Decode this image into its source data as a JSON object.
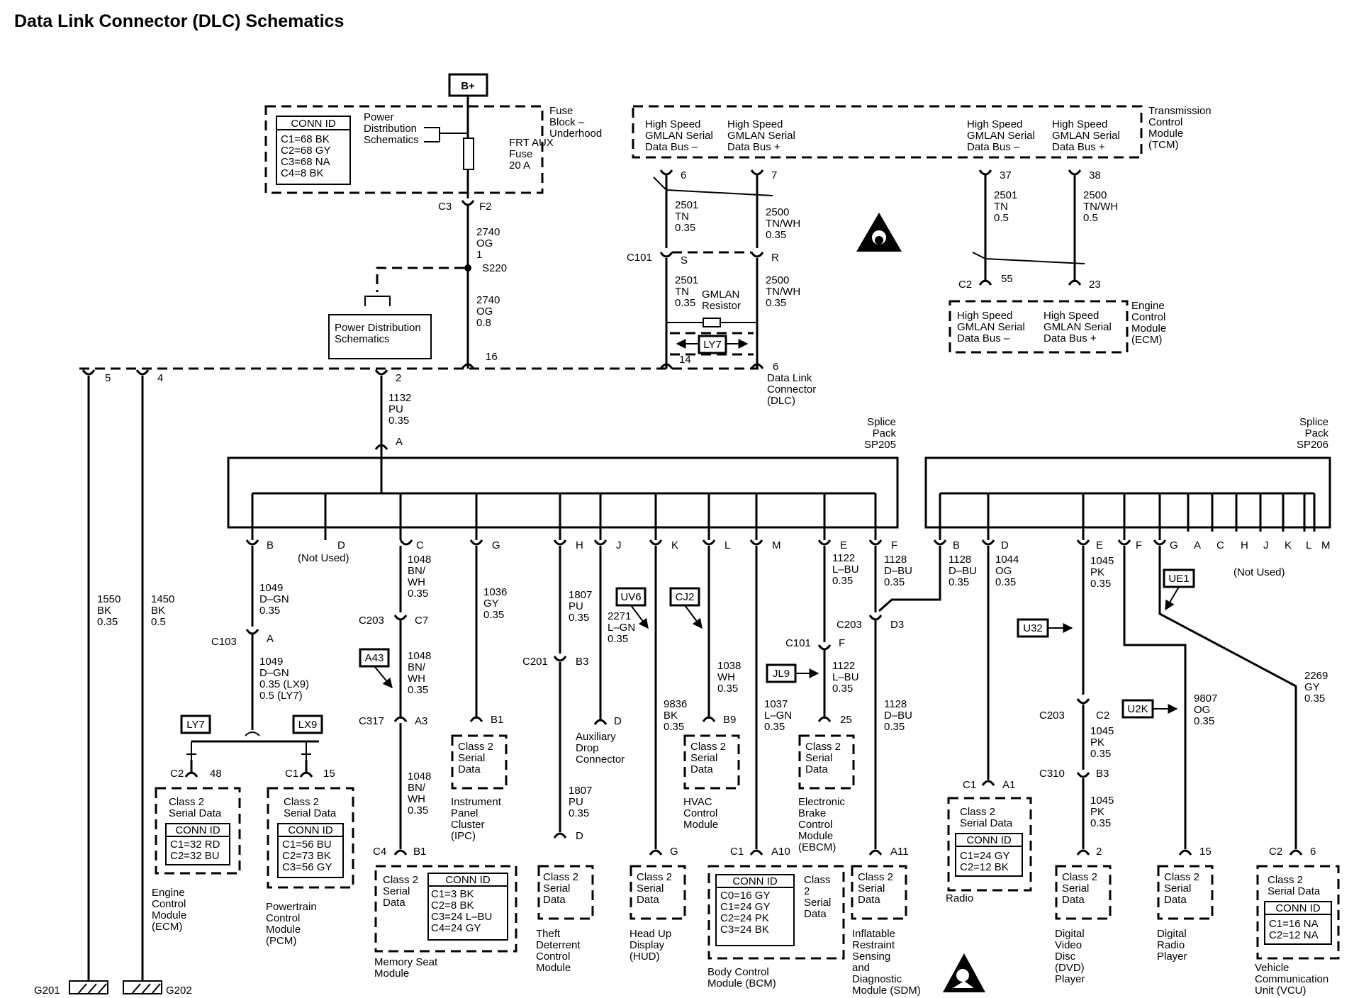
{
  "title": "Data Link Connector (DLC) Schematics",
  "icons": {
    "warning": "warning-triangle-icon",
    "airbag": "airbag-warning-icon",
    "ground": "ground-icon"
  },
  "power": {
    "b_plus": "B+",
    "conn_id_header": "CONN ID",
    "conn_ids": [
      "C1=68 BK",
      "C2=68 GY",
      "C3=68 NA",
      "C4=8 BK"
    ],
    "pds_ref": [
      "Power",
      "Distribution",
      "Schematics"
    ],
    "fuse": [
      "FRT AUX",
      "Fuse",
      "20 A"
    ],
    "fuse_block": [
      "Fuse",
      "Block –",
      "Underhood"
    ],
    "c3": "C3",
    "f2": "F2",
    "wire_2740a": [
      "2740",
      "OG",
      "1"
    ],
    "s220": "S220",
    "wire_2740b": [
      "2740",
      "OG",
      "0.8"
    ],
    "pds_box": [
      "Power Distribution",
      "Schematics"
    ],
    "pin16": "16"
  },
  "tcm": {
    "bus_minus": [
      "High Speed",
      "GMLAN Serial",
      "Data Bus –"
    ],
    "bus_plus": [
      "High Speed",
      "GMLAN Serial",
      "Data Bus +"
    ],
    "pins": [
      "6",
      "7",
      "37",
      "38"
    ],
    "label": [
      "Transmission",
      "Control",
      "Module",
      "(TCM)"
    ]
  },
  "gmlan": {
    "w2501a": [
      "2501",
      "TN",
      "0.35"
    ],
    "w2500a": [
      "2500",
      "TN/WH",
      "0.35"
    ],
    "c101": "C101",
    "s": "S",
    "r": "R",
    "w2501b": [
      "2501",
      "TN",
      "0.35"
    ],
    "w2500b": [
      "2500",
      "TN/WH",
      "0.35"
    ],
    "resistor": [
      "GMLAN",
      "Resistor"
    ],
    "ly7": "LY7",
    "pin14": "14",
    "pin6": "6"
  },
  "ecm_top": {
    "w2501": [
      "2501",
      "TN",
      "0.5"
    ],
    "w2500": [
      "2500",
      "TN/WH",
      "0.5"
    ],
    "c2": "C2",
    "pin55": "55",
    "pin23": "23",
    "bus_minus": [
      "High Speed",
      "GMLAN Serial",
      "Data Bus –"
    ],
    "bus_plus": [
      "High Speed",
      "GMLAN Serial",
      "Data Bus +"
    ],
    "label": [
      "Engine",
      "Control",
      "Module",
      "(ECM)"
    ]
  },
  "dlc": {
    "pin5": "5",
    "pin4": "4",
    "pin2": "2",
    "label": [
      "Data Link",
      "Connector",
      "(DLC)"
    ],
    "w1132": [
      "1132",
      "PU",
      "0.35"
    ],
    "pinA": "A"
  },
  "grounds": {
    "w1550": [
      "1550",
      "BK",
      "0.35"
    ],
    "w1450": [
      "1450",
      "BK",
      "0.5"
    ],
    "g201": "G201",
    "g202": "G202"
  },
  "sp205": {
    "label": [
      "Splice",
      "Pack",
      "SP205"
    ],
    "pins": [
      "B",
      "D",
      "C",
      "G",
      "H",
      "J",
      "K",
      "L",
      "M",
      "E",
      "F"
    ],
    "not_used": "(Not Used)"
  },
  "sp206": {
    "label": [
      "Splice",
      "Pack",
      "SP206"
    ],
    "pins": [
      "B",
      "D",
      "E",
      "F",
      "G",
      "A",
      "C",
      "H",
      "J",
      "K",
      "L",
      "M"
    ],
    "not_used": "(Not Used)"
  },
  "wires": {
    "w1049a": [
      "1049",
      "D–GN",
      "0.35"
    ],
    "c103": "C103",
    "a": "A",
    "w1049b": [
      "1049",
      "D–GN",
      "0.35 (LX9)",
      "0.5 (LY7)"
    ],
    "ly7": "LY7",
    "lx9": "LX9",
    "w1048a": [
      "1048",
      "BN/",
      "WH",
      "0.35"
    ],
    "c203": "C203",
    "c7": "C7",
    "a43": "A43",
    "w1048b": [
      "1048",
      "BN/",
      "WH",
      "0.35"
    ],
    "c317": "C317",
    "a3": "A3",
    "w1048c": [
      "1048",
      "BN/",
      "WH",
      "0.35"
    ],
    "w1036": [
      "1036",
      "GY",
      "0.35"
    ],
    "w1807a": [
      "1807",
      "PU",
      "0.35"
    ],
    "c201": "C201",
    "b3": "B3",
    "w1807b": [
      "1807",
      "PU",
      "0.35"
    ],
    "w2271": [
      "2271",
      "L–GN",
      "0.35"
    ],
    "uv6": "UV6",
    "cj2": "CJ2",
    "w9836": [
      "9836",
      "BK",
      "0.35"
    ],
    "w1038": [
      "1038",
      "WH",
      "0.35"
    ],
    "w1037": [
      "1037",
      "L–GN",
      "0.35"
    ],
    "w1122a": [
      "1122",
      "L–BU",
      "0.35"
    ],
    "c101": "C101",
    "f": "F",
    "jl9": "JL9",
    "w1122b": [
      "1122",
      "L–BU",
      "0.35"
    ],
    "w1128a": [
      "1128",
      "D–BU",
      "0.35"
    ],
    "c203b": "C203",
    "d3": "D3",
    "w1128b": [
      "1128",
      "D–BU",
      "0.35"
    ],
    "w1128c": [
      "1128",
      "D–BU",
      "0.35"
    ],
    "w1044": [
      "1044",
      "OG",
      "0.35"
    ],
    "w1045a": [
      "1045",
      "PK",
      "0.35"
    ],
    "u32": "U32",
    "ue1": "UE1",
    "c203c": "C203",
    "c2": "C2",
    "w1045b": [
      "1045",
      "PK",
      "0.35"
    ],
    "c310": "C310",
    "b3b": "B3",
    "w1045c": [
      "1045",
      "PK",
      "0.35"
    ],
    "u2k": "U2K",
    "w9807": [
      "9807",
      "OG",
      "0.35"
    ],
    "w2269": [
      "2269",
      "GY",
      "0.35"
    ]
  },
  "modules": {
    "ecm": {
      "conn": "C2",
      "pin": "48",
      "class2": [
        "Class 2",
        "Serial Data"
      ],
      "conn_id_header": "CONN ID",
      "conn_ids": [
        "C1=32 RD",
        "C2=32 BU"
      ],
      "label": [
        "Engine",
        "Control",
        "Module",
        "(ECM)"
      ]
    },
    "pcm": {
      "conn": "C1",
      "pin": "15",
      "class2": [
        "Class 2",
        "Serial Data"
      ],
      "conn_id_header": "CONN ID",
      "conn_ids": [
        "C1=56 BU",
        "C2=73 BK",
        "C3=56 GY"
      ],
      "label": [
        "Powertrain",
        "Control",
        "Module",
        "(PCM)"
      ]
    },
    "msm": {
      "conn": "C4",
      "pin": "B1",
      "class2": [
        "Class 2",
        "Serial",
        "Data"
      ],
      "conn_id_header": "CONN ID",
      "conn_ids": [
        "C1=3 BK",
        "C2=8 BK",
        "C3=24 L–BU",
        "C4=24 GY"
      ],
      "label": [
        "Memory Seat",
        "Module"
      ]
    },
    "ipc": {
      "pin": "B1",
      "class2": [
        "Class 2",
        "Serial",
        "Data"
      ],
      "label": [
        "Instrument",
        "Panel",
        "Cluster",
        "(IPC)"
      ]
    },
    "tdcm": {
      "pin": "D",
      "class2": [
        "Class 2",
        "Serial",
        "Data"
      ],
      "label": [
        "Theft",
        "Deterrent",
        "Control",
        "Module"
      ]
    },
    "adc": {
      "pin": "D",
      "label": [
        "Auxiliary",
        "Drop",
        "Connector"
      ]
    },
    "hud": {
      "pin": "G",
      "class2": [
        "Class 2",
        "Serial",
        "Data"
      ],
      "label": [
        "Head Up",
        "Display",
        "(HUD)"
      ]
    },
    "hvac": {
      "pin": "B9",
      "class2": [
        "Class 2",
        "Serial",
        "Data"
      ],
      "label": [
        "HVAC",
        "Control",
        "Module"
      ]
    },
    "bcm": {
      "conn": "C1",
      "pin": "A10",
      "class2": [
        "Class",
        "2",
        "Serial",
        "Data"
      ],
      "conn_id_header": "CONN ID",
      "conn_ids": [
        "C0=16 GY",
        "C1=24 GY",
        "C2=24 PK",
        "C3=24 BK"
      ],
      "label": [
        "Body Control",
        "Module (BCM)"
      ]
    },
    "ebcm": {
      "pin": "25",
      "class2": [
        "Class 2",
        "Serial",
        "Data"
      ],
      "label": [
        "Electronic",
        "Brake",
        "Control",
        "Module",
        "(EBCM)"
      ]
    },
    "sdm": {
      "pin": "A11",
      "class2": [
        "Class 2",
        "Serial",
        "Data"
      ],
      "label": [
        "Inflatable",
        "Restraint",
        "Sensing",
        "and",
        "Diagnostic",
        "Module (SDM)"
      ]
    },
    "radio": {
      "conn": "C1",
      "pin": "A1",
      "class2": [
        "Class 2",
        "Serial Data"
      ],
      "conn_id_header": "CONN ID",
      "conn_ids": [
        "C1=24 GY",
        "C2=12 BK"
      ],
      "label": [
        "Radio"
      ]
    },
    "dvd": {
      "pin": "2",
      "class2": [
        "Class 2",
        "Serial",
        "Data"
      ],
      "label": [
        "Digital",
        "Video",
        "Disc",
        "(DVD)",
        "Player"
      ]
    },
    "drp": {
      "pin": "15",
      "class2": [
        "Class 2",
        "Serial",
        "Data"
      ],
      "label": [
        "Digital",
        "Radio",
        "Player"
      ]
    },
    "vcu": {
      "conn": "C2",
      "pin": "6",
      "class2": [
        "Class 2",
        "Serial Data"
      ],
      "conn_id_header": "CONN ID",
      "conn_ids": [
        "C1=16 NA",
        "C2=12 NA"
      ],
      "label": [
        "Vehicle",
        "Communication",
        "Unit (VCU)"
      ]
    }
  }
}
